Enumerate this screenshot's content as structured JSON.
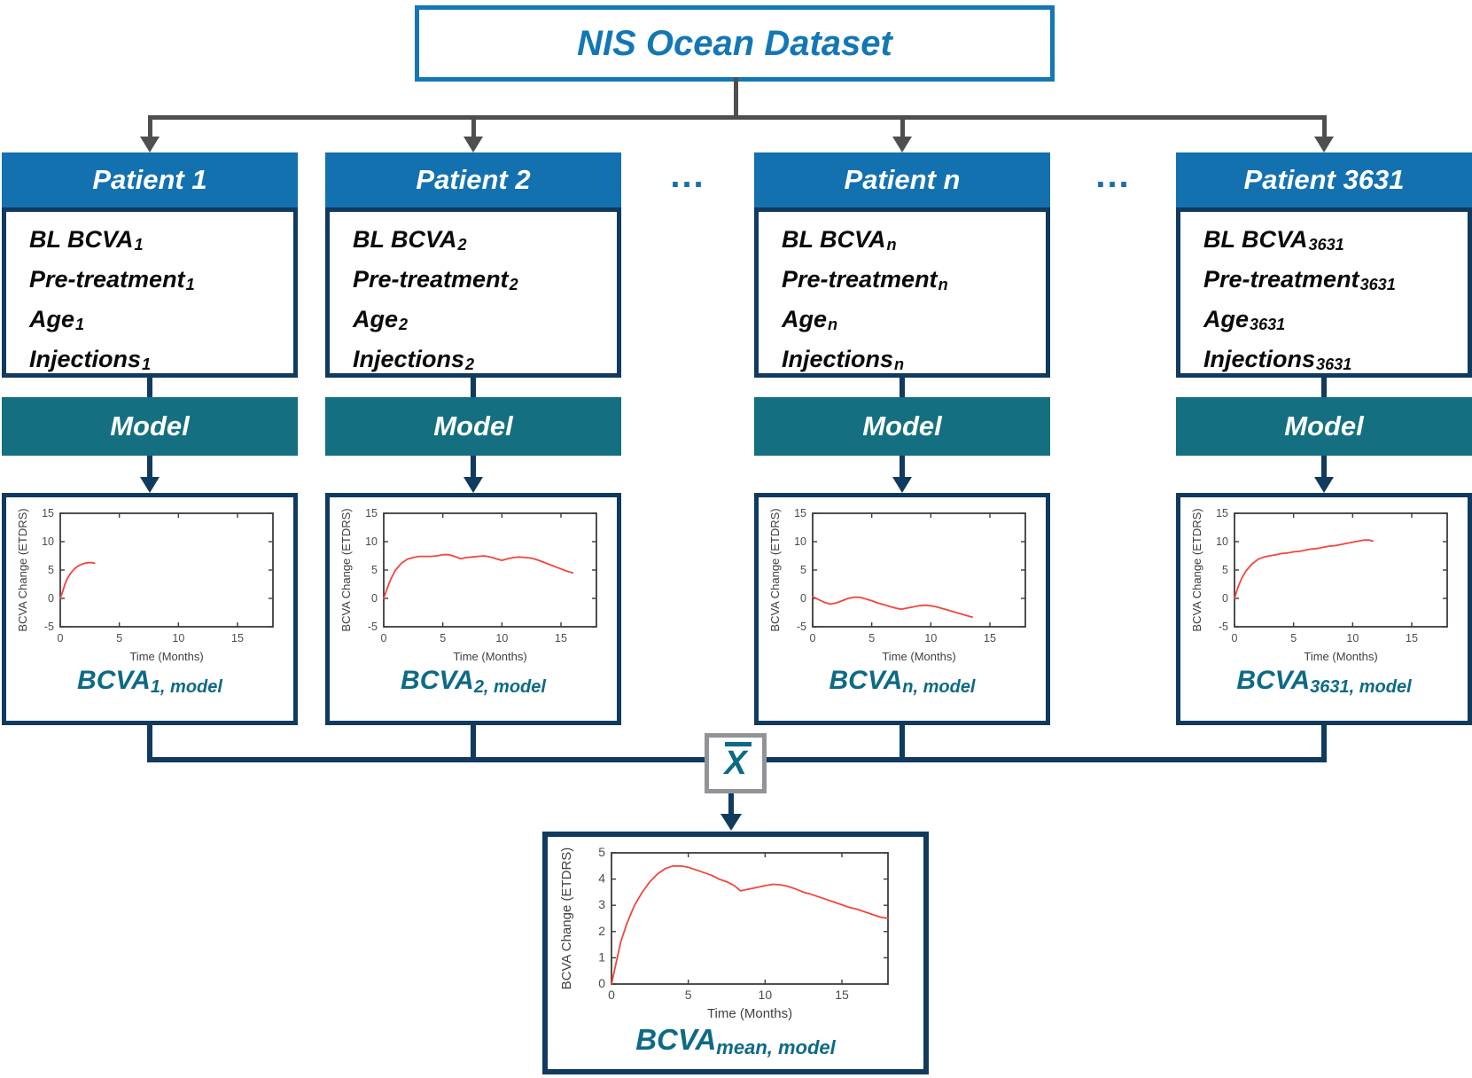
{
  "title": "NIS Ocean Dataset",
  "separators": {
    "ellipsis": "..."
  },
  "operator": {
    "symbol": "X",
    "meaning": "mean"
  },
  "colors": {
    "title_blue": "#1377b5",
    "patient_header_blue": "#1471af",
    "model_teal": "#146f80",
    "navy_border": "#113a5f",
    "result_label_teal": "#0d6a85",
    "arrow_gray": "#4f4f4f",
    "xbar_border_gray": "#919396",
    "curve_red": "#f2453c"
  },
  "columns": [
    {
      "header": "Patient 1",
      "attributes": [
        {
          "base": "BL BCVA",
          "sub": "1"
        },
        {
          "base": "Pre-treatment",
          "sub": "1"
        },
        {
          "base": "Age",
          "sub": "1"
        },
        {
          "base": "Injections",
          "sub": "1"
        }
      ],
      "model_label": "Model",
      "result_label": {
        "base": "BCVA",
        "sub": "1, model"
      }
    },
    {
      "header": "Patient 2",
      "attributes": [
        {
          "base": "BL BCVA",
          "sub": "2"
        },
        {
          "base": "Pre-treatment",
          "sub": "2"
        },
        {
          "base": "Age",
          "sub": "2"
        },
        {
          "base": "Injections",
          "sub": "2"
        }
      ],
      "model_label": "Model",
      "result_label": {
        "base": "BCVA",
        "sub": "2, model"
      }
    },
    {
      "header": "Patient n",
      "attributes": [
        {
          "base": "BL BCVA",
          "sub": "n"
        },
        {
          "base": "Pre-treatment",
          "sub": "n"
        },
        {
          "base": "Age",
          "sub": "n"
        },
        {
          "base": "Injections",
          "sub": "n"
        }
      ],
      "model_label": "Model",
      "result_label": {
        "base": "BCVA",
        "sub": "n, model"
      }
    },
    {
      "header": "Patient 3631",
      "attributes": [
        {
          "base": "BL BCVA",
          "sub": "3631"
        },
        {
          "base": "Pre-treatment",
          "sub": "3631"
        },
        {
          "base": "Age",
          "sub": "3631"
        },
        {
          "base": "Injections",
          "sub": "3631"
        }
      ],
      "model_label": "Model",
      "result_label": {
        "base": "BCVA",
        "sub": "3631, model"
      }
    }
  ],
  "mean_result_label": {
    "base": "BCVA",
    "sub": "mean, model"
  },
  "chart_data": [
    {
      "id": "bcva_patient_1",
      "type": "line",
      "xlabel": "Time (Months)",
      "ylabel": "BCVA Change (ETDRS)",
      "xlim": [
        0,
        18
      ],
      "ylim": [
        -5,
        15
      ],
      "xticks": [
        0,
        5,
        10,
        15
      ],
      "yticks": [
        -5,
        0,
        5,
        10,
        15
      ],
      "line_color": "#f2453c",
      "x": [
        0,
        0.2,
        0.4,
        0.6,
        0.9,
        1.2,
        1.5,
        1.8,
        2.1,
        2.4,
        2.7,
        2.9
      ],
      "y": [
        0,
        1.2,
        2.5,
        3.5,
        4.5,
        5.2,
        5.7,
        6.0,
        6.2,
        6.3,
        6.3,
        6.2
      ]
    },
    {
      "id": "bcva_patient_2",
      "type": "line",
      "xlabel": "Time (Months)",
      "ylabel": "BCVA Change (ETDRS)",
      "xlim": [
        0,
        18
      ],
      "ylim": [
        -5,
        15
      ],
      "xticks": [
        0,
        5,
        10,
        15
      ],
      "yticks": [
        -5,
        0,
        5,
        10,
        15
      ],
      "line_color": "#f2453c",
      "x": [
        0,
        0.3,
        0.6,
        1,
        1.5,
        2,
        2.5,
        3,
        3.5,
        4,
        4.5,
        5,
        5.5,
        6,
        6.5,
        7,
        7.5,
        8,
        8.5,
        9,
        9.5,
        10,
        10.5,
        11,
        11.5,
        12,
        12.5,
        13,
        13.5,
        14,
        14.5,
        15,
        15.5,
        16
      ],
      "y": [
        0,
        1.8,
        3.4,
        5.0,
        6.2,
        6.9,
        7.2,
        7.4,
        7.4,
        7.4,
        7.5,
        7.7,
        7.7,
        7.4,
        7.0,
        7.2,
        7.3,
        7.4,
        7.5,
        7.3,
        7.0,
        6.7,
        7.0,
        7.2,
        7.3,
        7.2,
        7.1,
        6.8,
        6.4,
        6.0,
        5.6,
        5.2,
        4.8,
        4.5
      ]
    },
    {
      "id": "bcva_patient_n",
      "type": "line",
      "xlabel": "Time (Months)",
      "ylabel": "BCVA Change (ETDRS)",
      "xlim": [
        0,
        18
      ],
      "ylim": [
        -5,
        15
      ],
      "xticks": [
        0,
        5,
        10,
        15
      ],
      "yticks": [
        -5,
        0,
        5,
        10,
        15
      ],
      "line_color": "#f2453c",
      "x": [
        0,
        0.5,
        1,
        1.5,
        2,
        2.5,
        3,
        3.5,
        4,
        4.5,
        5,
        5.5,
        6,
        6.5,
        7,
        7.5,
        8,
        8.5,
        9,
        9.5,
        10,
        10.5,
        11,
        11.5,
        12,
        12.5,
        13,
        13.5
      ],
      "y": [
        0.3,
        -0.2,
        -0.7,
        -1.0,
        -0.8,
        -0.4,
        0.0,
        0.2,
        0.2,
        -0.1,
        -0.4,
        -0.8,
        -1.1,
        -1.4,
        -1.7,
        -1.9,
        -1.7,
        -1.5,
        -1.3,
        -1.2,
        -1.3,
        -1.5,
        -1.8,
        -2.1,
        -2.4,
        -2.7,
        -3.0,
        -3.3
      ]
    },
    {
      "id": "bcva_patient_3631",
      "type": "line",
      "xlabel": "Time (Months)",
      "ylabel": "BCVA Change (ETDRS)",
      "xlim": [
        0,
        18
      ],
      "ylim": [
        -5,
        15
      ],
      "xticks": [
        0,
        5,
        10,
        15
      ],
      "yticks": [
        -5,
        0,
        5,
        10,
        15
      ],
      "line_color": "#f2453c",
      "x": [
        0,
        0.3,
        0.6,
        1,
        1.5,
        2,
        2.5,
        3,
        3.5,
        4,
        4.5,
        5,
        5.5,
        6,
        6.5,
        7,
        7.5,
        8,
        8.5,
        9,
        9.5,
        10,
        10.5,
        11,
        11.4,
        11.7
      ],
      "y": [
        0,
        2.0,
        3.5,
        4.9,
        6.1,
        6.9,
        7.3,
        7.5,
        7.7,
        7.9,
        8.0,
        8.2,
        8.3,
        8.5,
        8.7,
        8.8,
        9.0,
        9.2,
        9.3,
        9.5,
        9.7,
        9.9,
        10.1,
        10.3,
        10.3,
        10.1
      ]
    },
    {
      "id": "bcva_mean",
      "type": "line",
      "xlabel": "Time (Months)",
      "ylabel": "BCVA Change (ETDRS)",
      "xlim": [
        0,
        18
      ],
      "ylim": [
        0,
        5
      ],
      "xticks": [
        0,
        5,
        10,
        15
      ],
      "yticks": [
        0,
        1,
        2,
        3,
        4,
        5
      ],
      "line_color": "#f2453c",
      "x": [
        0,
        0.3,
        0.6,
        1,
        1.5,
        2,
        2.5,
        3,
        3.5,
        4,
        4.5,
        5,
        5.5,
        6,
        6.5,
        7,
        7.5,
        8,
        8.4,
        8.8,
        9.2,
        9.6,
        10,
        10.5,
        11,
        11.5,
        12,
        12.5,
        13,
        13.5,
        14,
        14.5,
        15,
        15.5,
        16,
        16.5,
        17,
        17.5,
        18
      ],
      "y": [
        0,
        0.8,
        1.6,
        2.3,
        3.0,
        3.5,
        3.9,
        4.2,
        4.4,
        4.5,
        4.5,
        4.45,
        4.35,
        4.25,
        4.15,
        4.0,
        3.9,
        3.75,
        3.55,
        3.6,
        3.65,
        3.7,
        3.75,
        3.8,
        3.78,
        3.72,
        3.62,
        3.5,
        3.42,
        3.32,
        3.22,
        3.12,
        3.02,
        2.92,
        2.85,
        2.75,
        2.65,
        2.55,
        2.5
      ]
    }
  ]
}
